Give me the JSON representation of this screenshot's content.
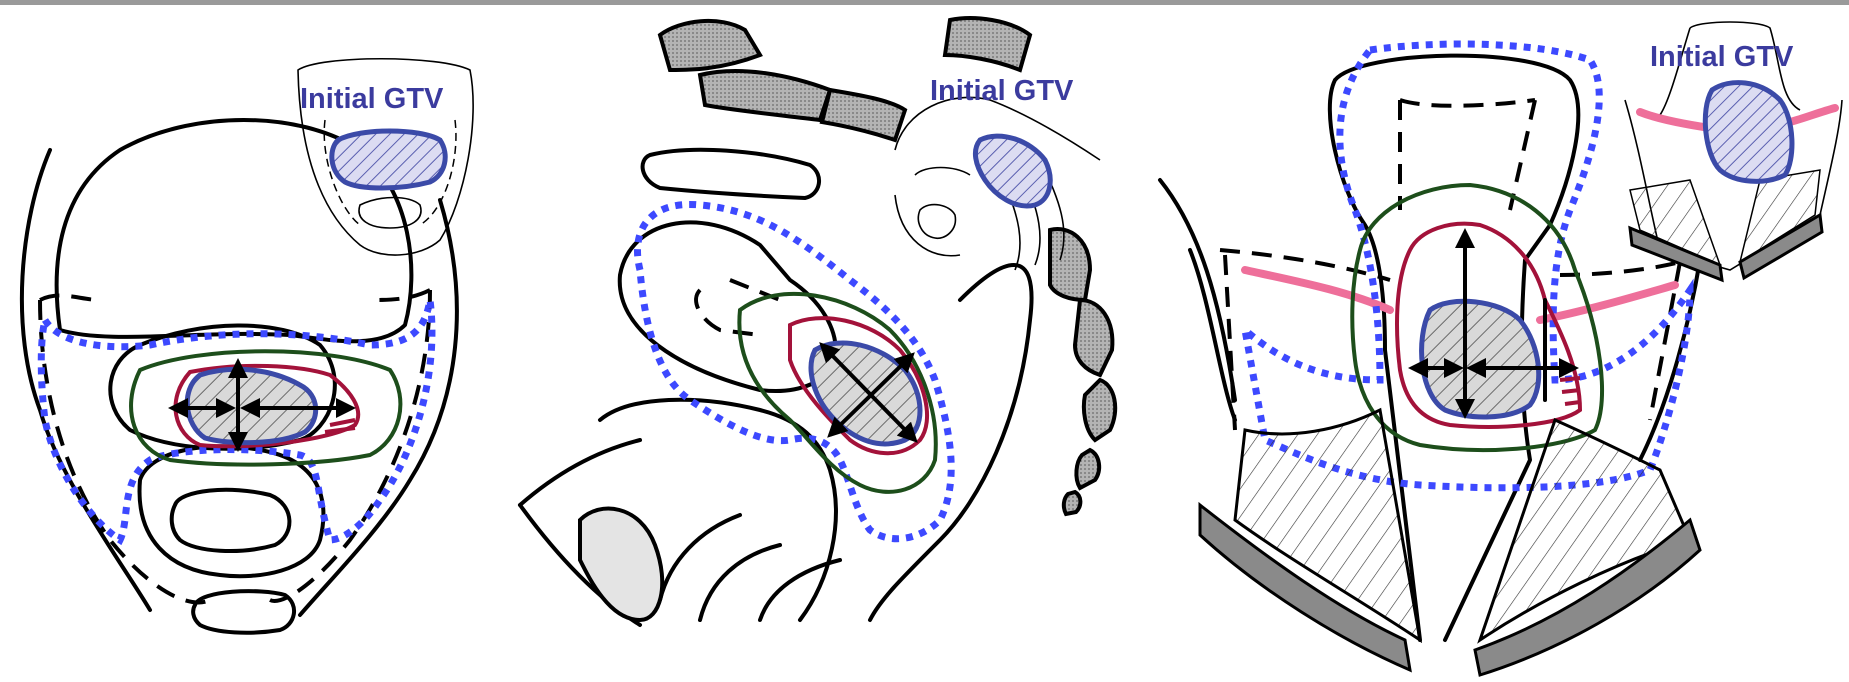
{
  "panels": [
    {
      "id": "axial",
      "inset_label": "Initial GTV"
    },
    {
      "id": "sagittal",
      "inset_label": "Initial GTV"
    },
    {
      "id": "coronal",
      "inset_label": "Initial GTV"
    }
  ],
  "colors": {
    "gtv": "#3b4aa8",
    "ctv_margin_red": "#a3123a",
    "ctv_green": "#1d4e1b",
    "blue_dotted": "#3d49ff",
    "pink_line": "#ee6f9a",
    "bone_fill": "#a0a0a0",
    "muscle_gray": "#8a8a8a"
  }
}
